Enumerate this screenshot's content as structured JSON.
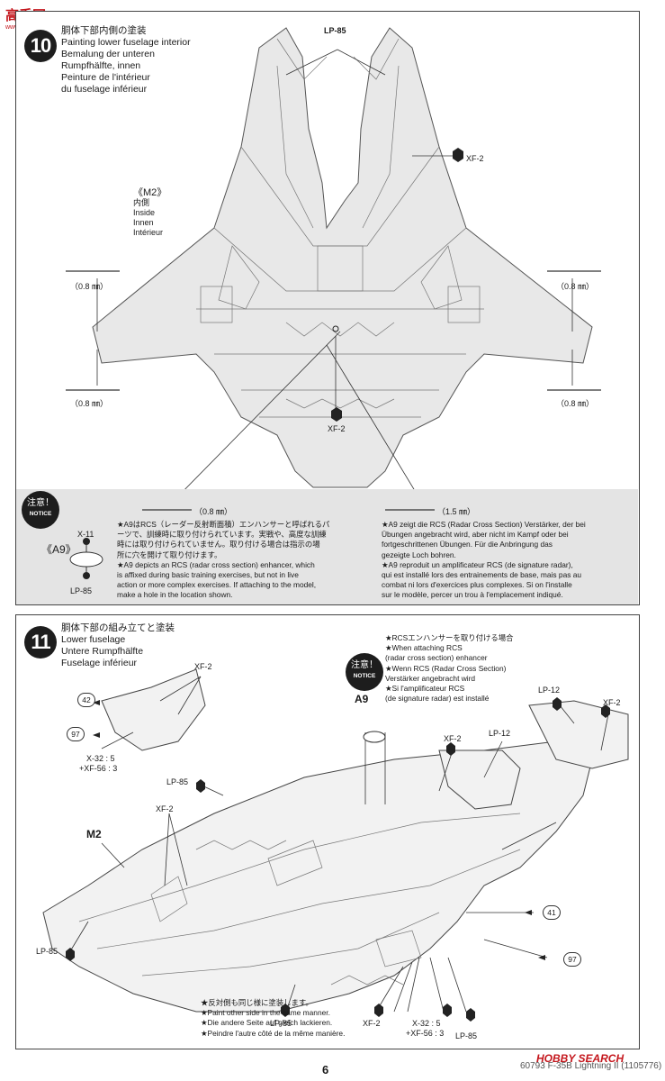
{
  "watermark": {
    "top": "高手网",
    "top_sub": "www.gsw.com.cn",
    "bottom": "HOBBY SEARCH"
  },
  "step10": {
    "num": "10",
    "titles": [
      "胴体下部内側の塗装",
      "Painting lower fuselage interior",
      "Bemalung der unteren",
      "Rumpfhälfte, innen",
      "Peinture de l'intérieur",
      "du fuselage inférieur"
    ],
    "m2": {
      "ref": "《M2》",
      "lines": [
        "内側",
        "Inside",
        "Innen",
        "Intérieur"
      ]
    },
    "callouts": {
      "lp85": "LP-85",
      "xf2_a": "XF-2",
      "xf2_b": "XF-2"
    },
    "drill_left_top": "（0.8 ㎜）",
    "drill_left_bottom": "（0.8 ㎜）",
    "drill_right_top": "（0.8 ㎜）",
    "drill_right_bottom": "（0.8 ㎜）",
    "notice": {
      "badge_jp": "注意！",
      "badge_en": "NOTICE",
      "part": "《A9》",
      "x11": "X-11",
      "lp85": "LP-85",
      "drill1": "（0.8 ㎜）",
      "drill2": "（1.5 ㎜）",
      "left_lines": [
        "★A9はRCS（レーダー反射断面積）エンハンサーと呼ばれるパ",
        "ーツで、訓練時に取り付けられています。実戦や、高度な訓練",
        "時には取り付けられていません。取り付ける場合は指示の場",
        "所に穴を開けて取り付けます。",
        "★A9 depicts an RCS (radar cross section) enhancer, which",
        "is affixed during basic training exercises, but not in live",
        "action or more complex exercises. If attaching to the model,",
        "make a hole in the location shown."
      ],
      "right_lines": [
        "★A9 zeigt die RCS (Radar Cross Section) Verstärker, der bei",
        "Übungen angebracht wird, aber nicht im Kampf oder bei",
        "fortgeschrittenen Übungen. Für die Anbringung das",
        "gezeigte Loch bohren.",
        "★A9 reproduit un amplificateur RCS (de signature radar),",
        "qui est installé lors des entrainements de base, mais pas au",
        "combat ni lors d'exercices plus complexes. Si on l'installe",
        "sur le modèle, percer un trou à l'emplacement indiqué."
      ]
    }
  },
  "step11": {
    "num": "11",
    "titles": [
      "胴体下部の組み立てと塗装",
      "Lower fuselage",
      "Untere Rumpfhälfte",
      "Fuselage inférieur"
    ],
    "notice_badge_jp": "注意！",
    "notice_badge_en": "NOTICE",
    "a9": "A9",
    "rcs_lines": [
      "★RCSエンハンサーを取り付ける場合",
      "★When attaching RCS",
      "(radar cross section) enhancer",
      "★Wenn RCS (Radar Cross Section)",
      "Verstärker angebracht wird",
      "★Si l'amplificateur RCS",
      "(de signature radar) est installé"
    ],
    "labels": {
      "xf2_1": "XF-2",
      "xf2_2": "XF-2",
      "xf2_3": "XF-2",
      "xf2_4": "XF-2",
      "xf2_5": "XF-2",
      "lp12_1": "LP-12",
      "lp12_2": "LP-12",
      "lp85_1": "LP-85",
      "lp85_2": "LP-85",
      "lp85_3": "LP-85",
      "lp85_4": "LP-85",
      "m2": "M2",
      "mix1a": "X-32 : 5",
      "mix1b": "+XF-56 : 3",
      "mix2a": "X-32 : 5",
      "mix2b": "+XF-56 : 3",
      "ref42": "42",
      "ref97a": "97",
      "ref41": "41",
      "ref97b": "97"
    },
    "other_side": [
      "★反対側も同じ様に塗装します。",
      "★Paint other side in the same manner.",
      "★Die andere Seite auf gleich lackieren.",
      "★Peindre l'autre côté de la même manière."
    ]
  },
  "page": "6",
  "footer": "60793 F-35B Lightning II (1105776)"
}
